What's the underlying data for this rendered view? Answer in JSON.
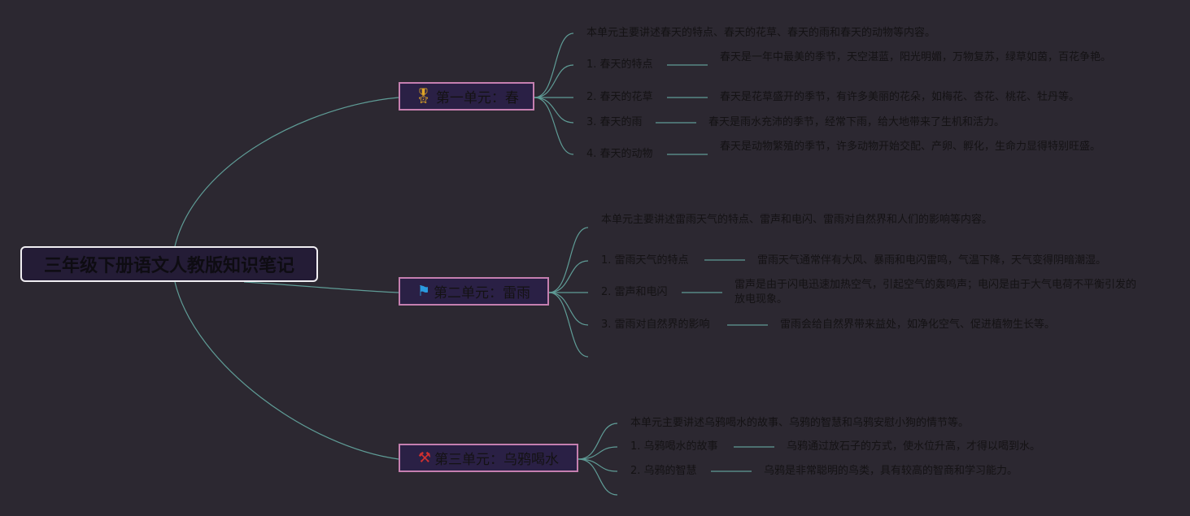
{
  "root": "三年级下册语文人教版知识笔记",
  "units": [
    {
      "icon": "medal-icon",
      "title": "第一单元：春",
      "summary": "本单元主要讲述春天的特点、春天的花草、春天的雨和春天的动物等内容。",
      "items": [
        {
          "label": "1. 春天的特点",
          "desc": "春天是一年中最美的季节，天空湛蓝，阳光明媚，万物复苏，绿草如茵，百花争艳。"
        },
        {
          "label": "2. 春天的花草",
          "desc": "春天是花草盛开的季节，有许多美丽的花朵，如梅花、杏花、桃花、牡丹等。"
        },
        {
          "label": "3. 春天的雨",
          "desc": "春天是雨水充沛的季节，经常下雨，给大地带来了生机和活力。"
        },
        {
          "label": "4. 春天的动物",
          "desc": "春天是动物繁殖的季节，许多动物开始交配、产卵、孵化，生命力显得特别旺盛。"
        }
      ]
    },
    {
      "icon": "flag-icon",
      "title": "第二单元：雷雨",
      "summary": "本单元主要讲述雷雨天气的特点、雷声和电闪、雷雨对自然界和人们的影响等内容。",
      "items": [
        {
          "label": "1. 雷雨天气的特点",
          "desc": "雷雨天气通常伴有大风、暴雨和电闪雷鸣，气温下降，天气变得阴暗潮湿。"
        },
        {
          "label": "2. 雷声和电闪",
          "desc": "雷声是由于闪电迅速加热空气，引起空气的轰鸣声；电闪是由于大气电荷不平衡引发的放电现象。"
        },
        {
          "label": "3. 雷雨对自然界的影响",
          "desc": "雷雨会给自然界带来益处，如净化空气、促进植物生长等。"
        }
      ]
    },
    {
      "icon": "magic-wand-icon",
      "title": "第三单元：乌鸦喝水",
      "summary": "本单元主要讲述乌鸦喝水的故事、乌鸦的智慧和乌鸦安慰小狗的情节等。",
      "items": [
        {
          "label": "1. 乌鸦喝水的故事",
          "desc": "乌鸦通过放石子的方式，使水位升高，才得以喝到水。"
        },
        {
          "label": "2. 乌鸦的智慧",
          "desc": "乌鸦是非常聪明的鸟类，具有较高的智商和学习能力。"
        }
      ]
    }
  ],
  "colors": {
    "background": "#2c2831",
    "line": "#5f9c96",
    "unit_border": "#c57fb0"
  }
}
